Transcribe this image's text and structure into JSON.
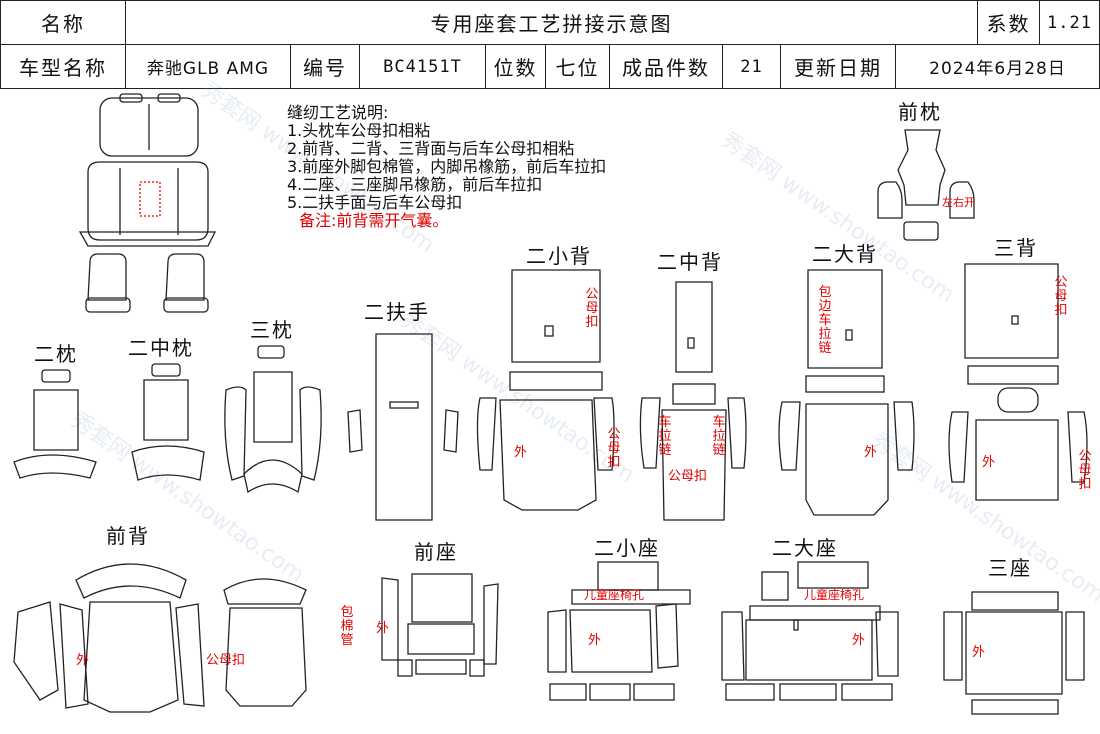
{
  "header": {
    "name_label": "名称",
    "title": "专用座套工艺拼接示意图",
    "coef_label": "系数",
    "coef_value": "1.21",
    "model_label": "车型名称",
    "model_value": "奔驰GLB AMG",
    "code_label": "编号",
    "code_value": "BC4151T",
    "seats_label": "位数",
    "seats_value": "七位",
    "pieces_label": "成品件数",
    "pieces_value": "21",
    "date_label": "更新日期",
    "date_value": "2024年6月28日"
  },
  "notes": {
    "title": "缝纫工艺说明:",
    "items": [
      "1.头枕车公母扣相粘",
      "2.前背、二背、三背面与后车公母扣相粘",
      "3.前座外脚包棉管，内脚吊橡筋，前后车拉扣",
      "4.二座、三座脚吊橡筋，前后车拉扣",
      "5.二扶手面与后车公母扣"
    ],
    "remark": "备注:前背需开气囊。"
  },
  "sections": {
    "front_headrest": "前枕",
    "second_small_back": "二小背",
    "second_middle_back": "二中背",
    "second_large_back": "二大背",
    "third_back": "三背",
    "second_armrest": "二扶手",
    "second_headrest": "二枕",
    "second_middle_headrest": "二中枕",
    "third_headrest": "三枕",
    "front_back": "前背",
    "front_seat": "前座",
    "second_small_seat": "二小座",
    "second_large_seat": "二大座",
    "third_seat": "三座"
  },
  "annotations": {
    "left_right_open": "左右开",
    "snap_button": "公母扣",
    "outer": "外",
    "zip_pull": "车拉链",
    "edge_zip": "包边车拉链",
    "cotton_tube": "包棉管",
    "child_seat_hole": "儿童座椅孔"
  },
  "watermark": "秀套网 www.showtao.com"
}
